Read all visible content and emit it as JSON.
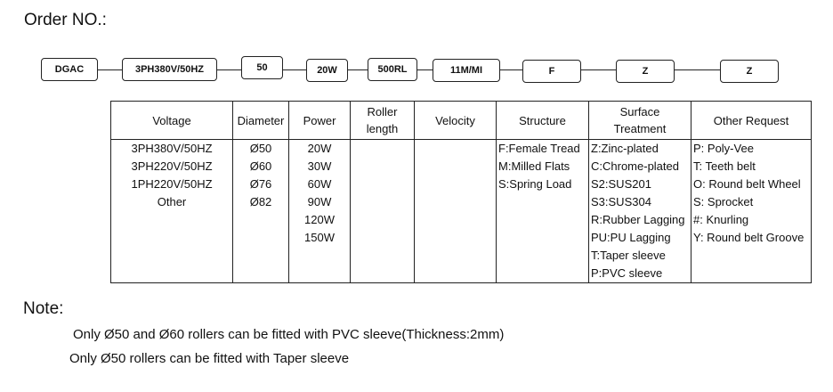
{
  "title": "Order NO.:",
  "chain": [
    "DGAC",
    "3PH380V/50HZ",
    "50",
    "20W",
    "500RL",
    "11M/MI",
    "F",
    "Z",
    "Z"
  ],
  "table": {
    "headers": [
      "Voltage",
      "Diameter",
      "Power",
      "Roller\nlength",
      "Velocity",
      "Structure",
      "Surface\nTreatment",
      "Other Request"
    ],
    "columns": [
      [
        "3PH380V/50HZ",
        "3PH220V/50HZ",
        "1PH220V/50HZ",
        "Other"
      ],
      [
        "Ø50",
        "Ø60",
        "Ø76",
        "Ø82"
      ],
      [
        "20W",
        "30W",
        "60W",
        "90W",
        "120W",
        "150W"
      ],
      [],
      [],
      [
        "F:Female Tread",
        "M:Milled Flats",
        "S:Spring Load"
      ],
      [
        "Z:Zinc-plated",
        "C:Chrome-plated",
        "S2:SUS201",
        "S3:SUS304",
        "R:Rubber Lagging",
        "PU:PU  Lagging",
        "T:Taper sleeve",
        "P:PVC sleeve"
      ],
      [
        "P: Poly-Vee",
        "T: Teeth belt",
        "O: Round belt Wheel",
        "S: Sprocket",
        "#:  Knurling",
        "Y: Round belt Groove"
      ]
    ]
  },
  "note": {
    "title": "Note:",
    "lines": [
      "Only Ø50 and Ø60 rollers can be fitted with PVC sleeve(Thickness:2mm)",
      "Only Ø50 rollers can be fitted with Taper sleeve"
    ]
  }
}
